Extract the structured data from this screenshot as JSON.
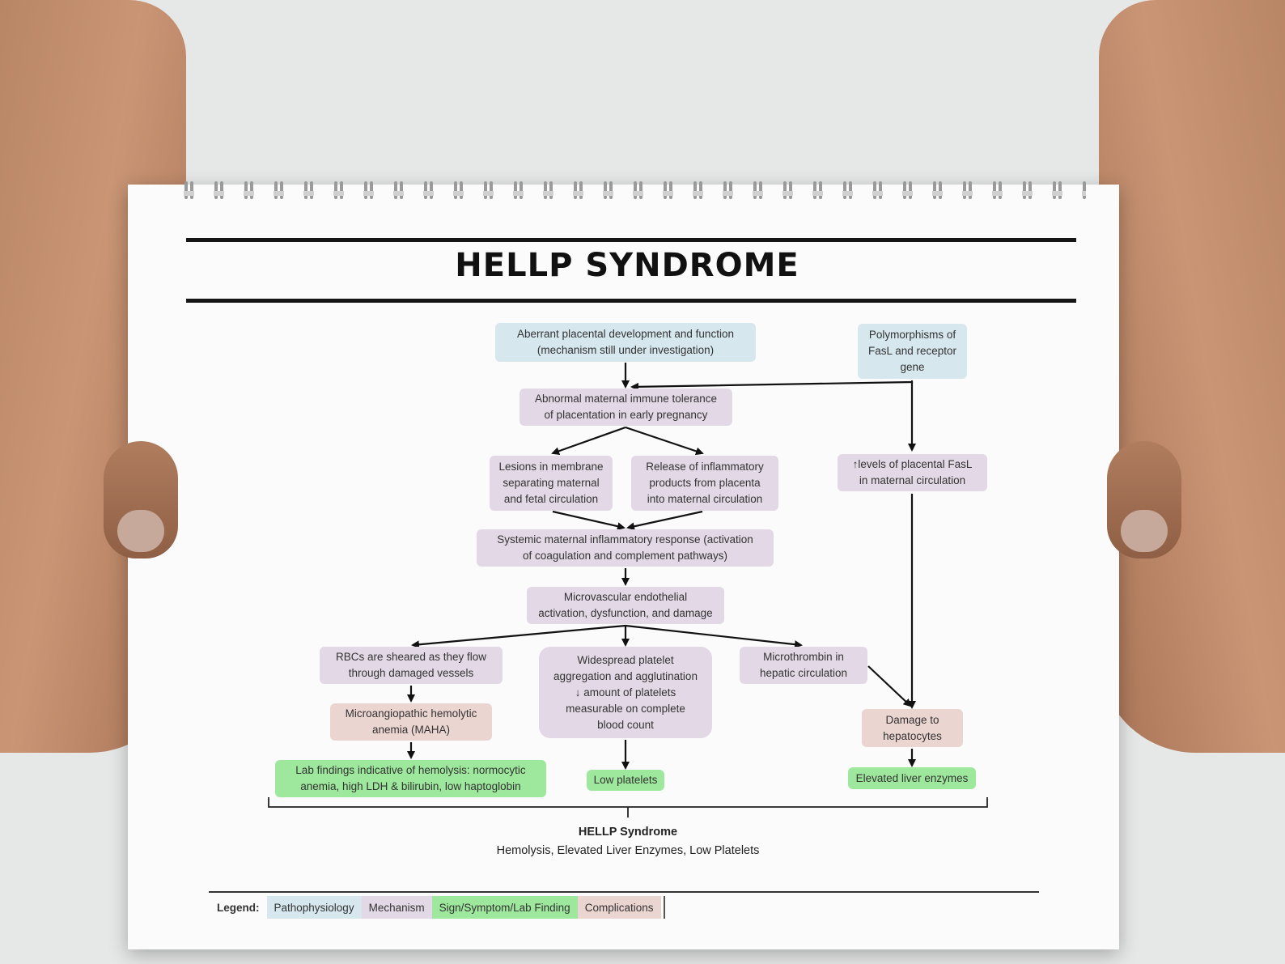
{
  "title": "HELLP SYNDROME",
  "colors": {
    "pathophysiology": "#d6e7ee",
    "mechanism": "#e3d8e5",
    "sign_symptom_lab": "#9de89c",
    "complications": "#ead5d1"
  },
  "nodes": {
    "aberrant": "Aberrant placental development and function\n(mechanism still under investigation)",
    "polymorphisms": "Polymorphisms of\nFasL and receptor\ngene",
    "abnormal_tolerance": "Abnormal maternal immune tolerance\nof placentation in early pregnancy",
    "lesions": "Lesions in membrane\nseparating maternal\nand fetal circulation",
    "release": "Release of inflammatory\nproducts from placenta\ninto maternal circulation",
    "fasl_levels": "↑levels of placental FasL\nin maternal circulation",
    "systemic": "Systemic maternal inflammatory response (activation\nof coagulation and complement pathways)",
    "endothelial": "Microvascular endothelial\nactivation, dysfunction, and damage",
    "rbcs": "RBCs are sheared as they flow\nthrough damaged vessels",
    "platelet_aggregation": "Widespread platelet\naggregation and agglutination\n↓ amount of platelets\nmeasurable on complete\nblood count",
    "microthrombin": "Microthrombin in\nhepatic circulation",
    "maha": "Microangiopathic hemolytic\nanemia (MAHA)",
    "hepatocytes": "Damage to\nhepatocytes",
    "lab_hemolysis": "Lab findings indicative of hemolysis: normocytic\nanemia, high LDH & bilirubin, low haptoglobin",
    "low_platelets": "Low platelets",
    "liver_enzymes": "Elevated liver enzymes"
  },
  "outcome": {
    "title": "HELLP Syndrome",
    "expansion": "Hemolysis, Elevated Liver Enzymes, Low Platelets"
  },
  "legend": {
    "label": "Legend:",
    "items": [
      "Pathophysiology",
      "Mechanism",
      "Sign/Symptom/Lab Finding",
      "Complications"
    ]
  }
}
